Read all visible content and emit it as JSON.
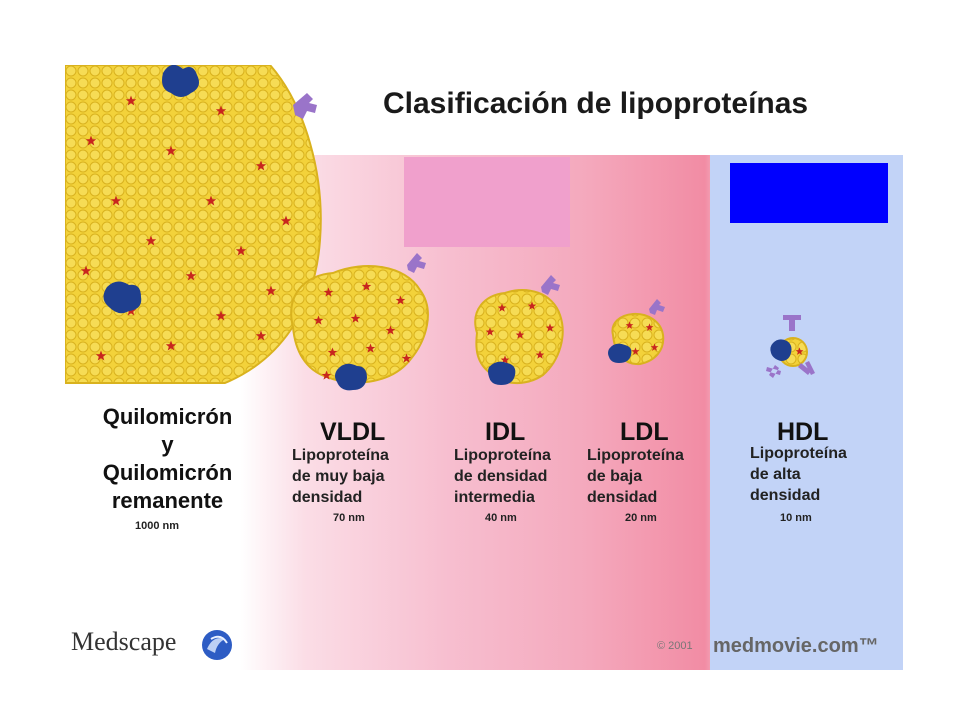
{
  "title": "Clasificación de lipoproteínas",
  "colors": {
    "particle": "#f3d23a",
    "particle_edge": "#d9b21e",
    "star": "#c8261e",
    "apoprotein": "#1f3f8f",
    "receptor": "#9a74c9",
    "vldl_ldl_zone": "#f39bb0",
    "hdl_zone": "#c2d3f7",
    "blue_box": "#0000ff",
    "pink_box": "#f0a0cc"
  },
  "quilomicron": {
    "name": "Quilomicrón\ny\nQuilomicrón\nremanente",
    "size": "1000 nm"
  },
  "vldl": {
    "name": "VLDL",
    "desc": "Lipoproteína\nde muy baja\ndensidad",
    "size": "70 nm"
  },
  "idl": {
    "name": "IDL",
    "desc": "Lipoproteína\nde densidad\nintermedia",
    "size": "40 nm"
  },
  "ldl": {
    "name": "LDL",
    "desc": "Lipoproteína\nde baja\ndensidad",
    "size": "20 nm"
  },
  "hdl": {
    "name": "HDL",
    "desc": "Lipoproteína\nde alta\ndensidad",
    "size": "10 nm"
  },
  "footer": {
    "brand": "Medscape",
    "copyright": "© 2001",
    "site": "medmovie.com™"
  }
}
